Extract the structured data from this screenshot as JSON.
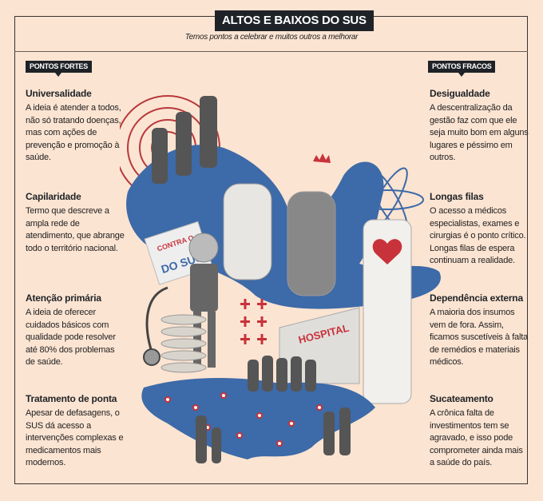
{
  "header": {
    "title": "ALTOS E BAIXOS DO SUS",
    "subtitle": "Temos pontos a celebrar e muitos outros a melhorar"
  },
  "strengths": {
    "tag": "PONTOS FORTES",
    "items": [
      {
        "title": "Universalidade",
        "text": "A ideia é atender a todos, não só tratando doenças, mas com ações de prevenção e promoção à saúde."
      },
      {
        "title": "Capilaridade",
        "text": "Termo que descreve a ampla rede de atendimento, que abrange todo o território nacional."
      },
      {
        "title": "Atenção primária",
        "text": "A ideia de oferecer cuidados básicos com qualidade pode resolver até 80% dos problemas de saúde."
      },
      {
        "title": "Tratamento de ponta",
        "text": "Apesar de defasagens, o SUS dá acesso a intervenções complexas e medicamentos mais modernos."
      }
    ]
  },
  "weaknesses": {
    "tag": "PONTOS FRACOS",
    "items": [
      {
        "title": "Desigualdade",
        "text": "A descentralização da gestão faz com que ele seja muito bom em alguns lugares e péssimo em outros."
      },
      {
        "title": "Longas filas",
        "text": "O acesso a médicos especialistas, exames e cirurgias é o ponto crítico. Longas filas de espera continuam a realidade."
      },
      {
        "title": "Dependência externa",
        "text": "A maioria dos insumos vem de fora. Assim, ficamos suscetíveis à falta de remédios e materiais médicos."
      },
      {
        "title": "Sucateamento",
        "text": "A crônica falta de investimentos tem se agravado, e isso pode comprometer ainda mais a saúde do país."
      }
    ]
  },
  "illustration": {
    "sign_lines": [
      "CONTRA O",
      "DO SUS"
    ],
    "hospital_label": "HOSPITAL"
  },
  "colors": {
    "background": "#fce4d2",
    "dark": "#1f2327",
    "blue": "#3d6aa8",
    "red": "#c8323a"
  }
}
